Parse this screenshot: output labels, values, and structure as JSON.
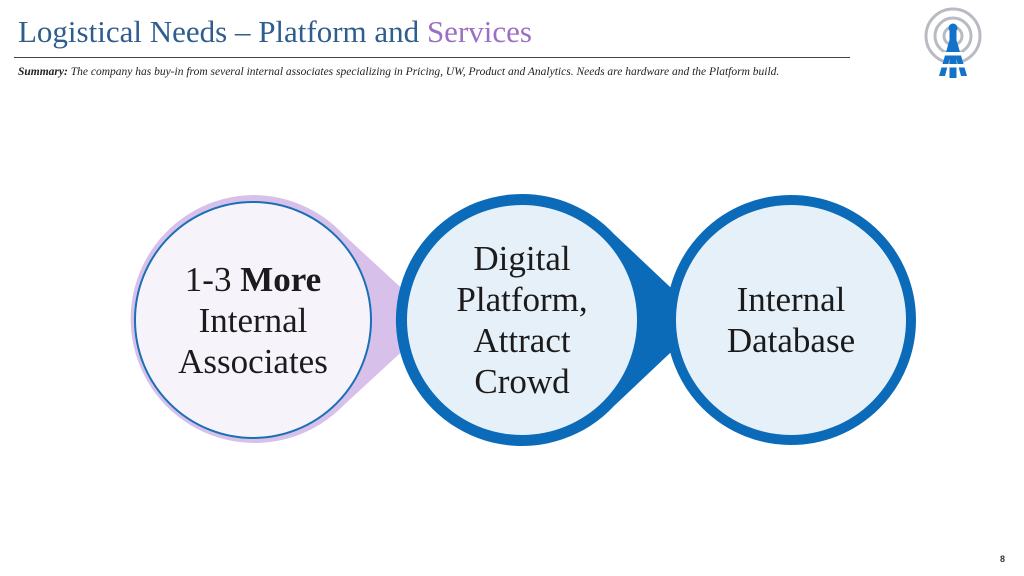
{
  "header": {
    "title_main": "Logistical Needs – Platform and ",
    "title_accent": "Services"
  },
  "summary": {
    "label": "Summary:",
    "text": "The company has buy-in from several internal associates specializing in Pricing, UW, Product and Analytics.  Needs are hardware and the Platform build."
  },
  "logo": {
    "icon": "broadcast-tower-icon"
  },
  "diagram": {
    "nodes": [
      {
        "line1_plain": "1-3 ",
        "line1_bold": "More",
        "line2": "Internal",
        "line3": "Associates"
      },
      {
        "line1": "Digital",
        "line2": "Platform,",
        "line3": "Attract",
        "line4": "Crowd"
      },
      {
        "line1": "Internal",
        "line2": "Database"
      }
    ]
  },
  "colors": {
    "title_blue": "#2e5d8e",
    "title_purple": "#9b6fc4",
    "node_blue": "#0b6bb8",
    "node_purple": "#d7c1ea",
    "fill_light_blue": "#e6f0f8",
    "fill_light_purple": "#f7f3fb"
  },
  "page": {
    "number": "8"
  }
}
